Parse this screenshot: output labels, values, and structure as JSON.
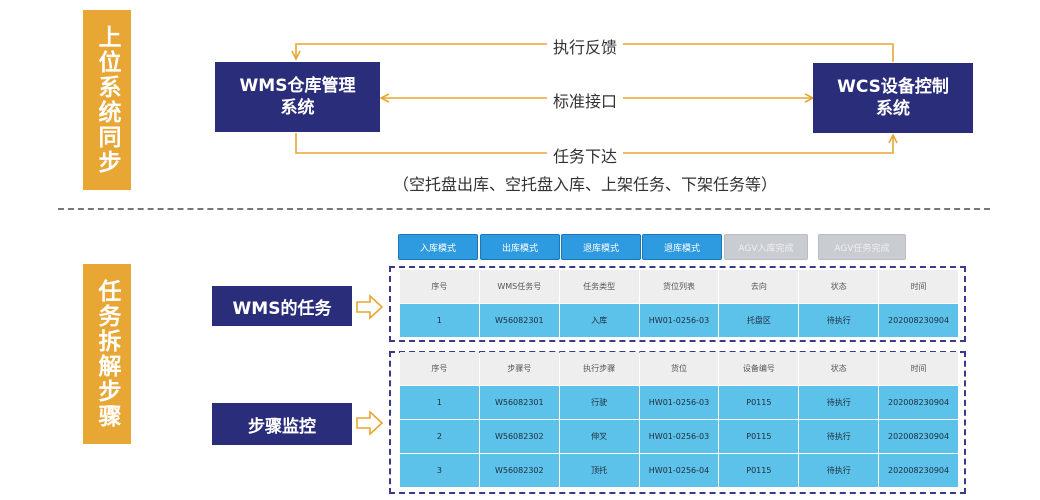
{
  "sections": {
    "top_title": "上位系统同步",
    "bottom_title": "任务拆解步骤"
  },
  "systems": {
    "wms": "WMS仓库管理\n系统",
    "wcs": "WCS设备控制\n系统"
  },
  "flows": {
    "feedback": "执行反馈",
    "interface": "标准接口",
    "dispatch": "任务下达",
    "dispatch_note": "（空托盘出库、空托盘入库、上架任务、下架任务等）"
  },
  "toolbar": {
    "buttons": [
      "入库模式",
      "出库模式",
      "退库模式",
      "退库模式",
      "AGV入库完成",
      "AGV任务完成"
    ]
  },
  "wms_task": {
    "label": "WMS的任务",
    "headers": [
      "序号",
      "WMS任务号",
      "任务类型",
      "货位列表",
      "去向",
      "状态",
      "时间"
    ],
    "rows": [
      [
        "1",
        "W56082301",
        "入库",
        "HW01-0256-03",
        "托盘区",
        "待执行",
        "202008230904"
      ]
    ]
  },
  "step_monitor": {
    "label": "步骤监控",
    "headers": [
      "序号",
      "步骤号",
      "执行步骤",
      "货位",
      "设备编号",
      "状态",
      "时间"
    ],
    "rows": [
      [
        "1",
        "W56082301",
        "行驶",
        "HW01-0256-03",
        "P0115",
        "待执行",
        "202008230904"
      ],
      [
        "2",
        "W56082302",
        "伸叉",
        "HW01-0256-03",
        "P0115",
        "待执行",
        "202008230904"
      ],
      [
        "3",
        "W56082302",
        "顶托",
        "HW01-0256-04",
        "P0115",
        "待执行",
        "202008230904"
      ]
    ]
  },
  "colors": {
    "navy": "#2a2d7a",
    "orange": "#e8a634",
    "accent_blue": "#2e9be0",
    "cell_blue": "#5cc2ea"
  }
}
